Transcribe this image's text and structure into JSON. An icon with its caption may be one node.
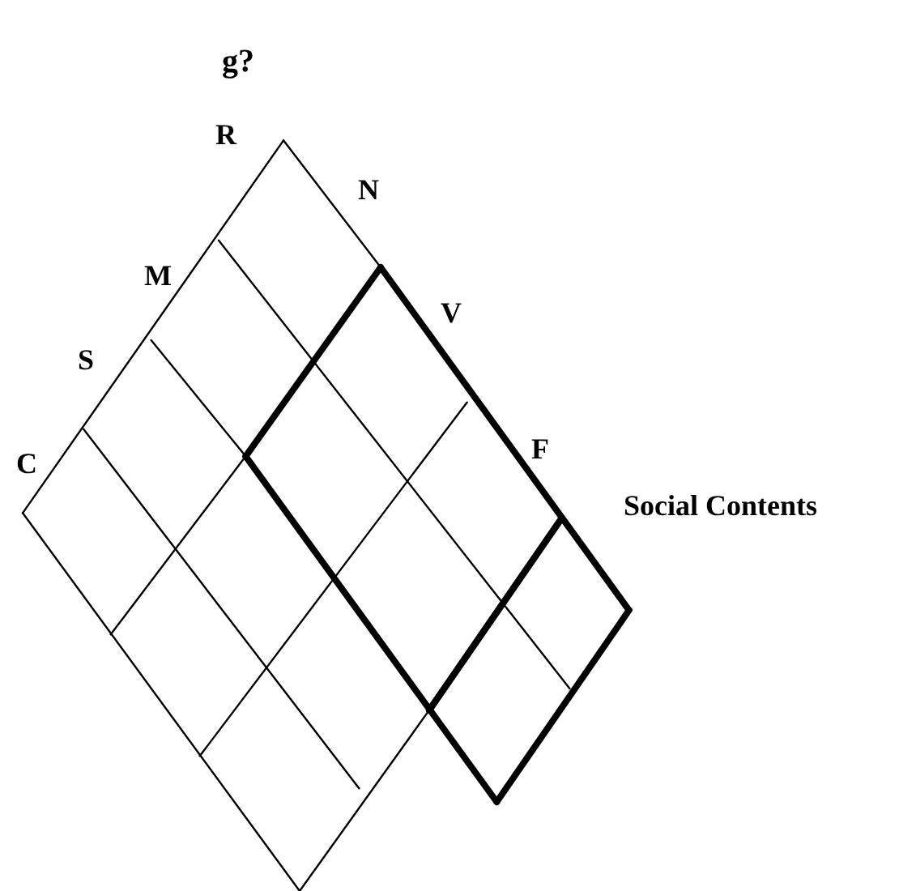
{
  "diagram": {
    "title": "g?",
    "labels": [
      "R",
      "N",
      "M",
      "V",
      "S",
      "F",
      "C",
      "Social Contents"
    ]
  }
}
